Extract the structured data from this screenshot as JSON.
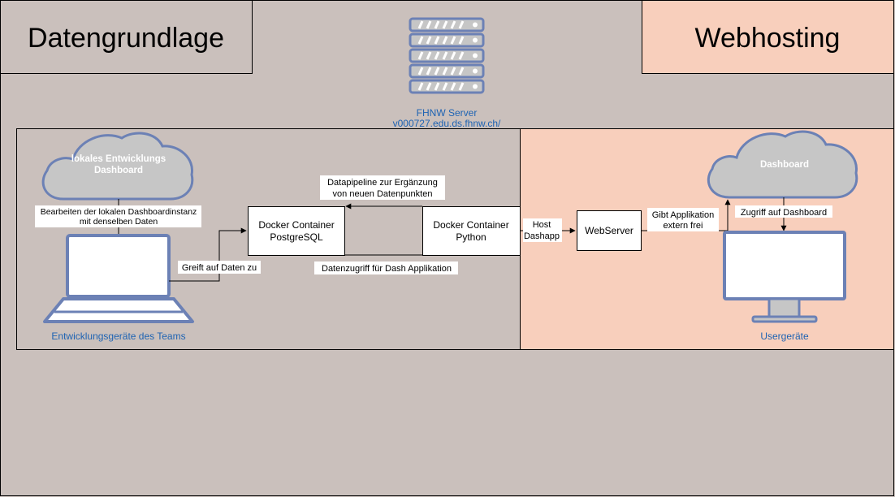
{
  "headers": {
    "left": "Datengrundlage",
    "right": "Webhosting"
  },
  "server": {
    "icon": "server-rack-icon",
    "name": "FHNW Server",
    "host": "v000727.edu.ds.fhnw.ch/"
  },
  "local_cloud": {
    "icon": "cloud-icon",
    "line1": "lokales Entwicklungs",
    "line2": "Dashboard"
  },
  "edit_label": {
    "line1": "Bearbeiten der lokalen Dashboardinstanz",
    "line2": "mit denselben Daten"
  },
  "laptop": {
    "icon": "laptop-icon",
    "caption": "Entwicklungsgeräte des Teams"
  },
  "edges": {
    "reads_data": "Greift auf Daten zu",
    "pipeline_line1": "Datapipeline zur Ergänzung",
    "pipeline_line2": "von neuen Datenpunkten",
    "dash_access": "Datenzugriff für Dash Applikation",
    "host_line1": "Host",
    "host_line2": "Dashapp",
    "publish_line1": "Gibt Applikation",
    "publish_line2": "extern frei",
    "dashboard_access": "Zugriff auf Dashboard"
  },
  "nodes": {
    "postgres_line1": "Docker Container",
    "postgres_line2": "PostgreSQL",
    "python_line1": "Docker Container",
    "python_line2": "Python",
    "webserver": "WebServer"
  },
  "dashboard_cloud": {
    "icon": "cloud-icon",
    "label": "Dashboard"
  },
  "monitor": {
    "icon": "monitor-icon",
    "caption": "Usergeräte"
  },
  "colors": {
    "background": "#cac0bc",
    "webhosting_fill": "#f8cfbc",
    "icon_stroke": "#6c81b5",
    "icon_fill": "#c6c6c6",
    "caption_blue": "#1e63b3",
    "node_fill": "#ffffff",
    "line": "#000000"
  }
}
